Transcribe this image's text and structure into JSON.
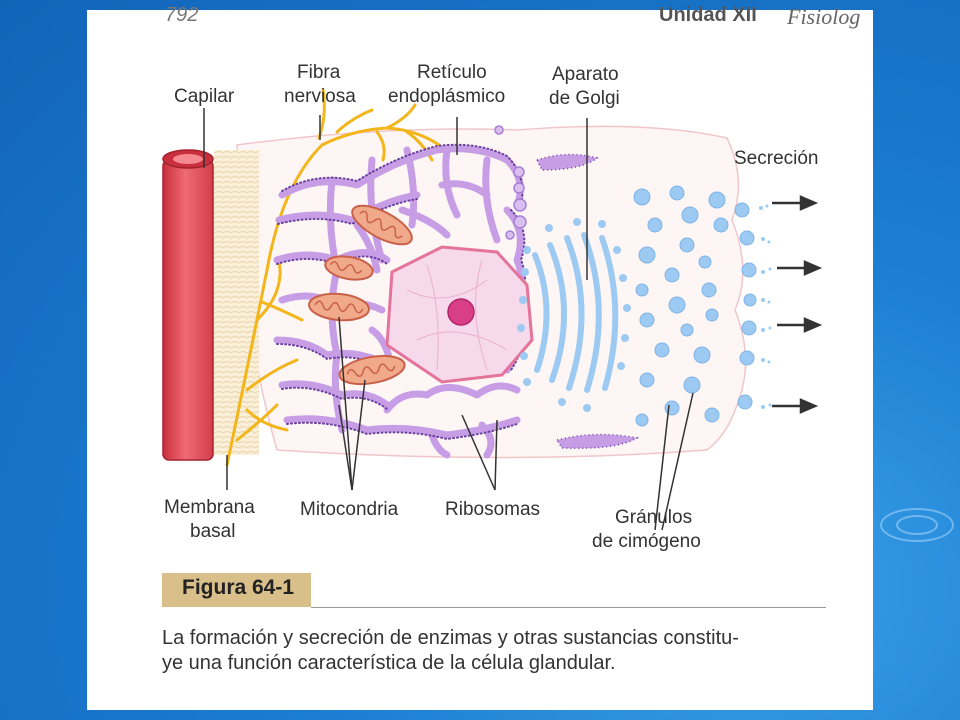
{
  "header": {
    "page_number": "792",
    "unit": "Unidad XII",
    "subtitle": "Fisiolog"
  },
  "labels": {
    "capilar": "Capilar",
    "fibra_1": "Fibra",
    "fibra_2": "nerviosa",
    "reticulo_1": "Retículo",
    "reticulo_2": "endoplásmico",
    "golgi_1": "Aparato",
    "golgi_2": "de Golgi",
    "secrecion": "Secreción",
    "membrana_1": "Membrana",
    "membrana_2": "basal",
    "mitocondria": "Mitocondria",
    "ribosomas": "Ribosomas",
    "granulos_1": "Gránulos",
    "granulos_2": "de cimógeno"
  },
  "figure": {
    "label": "Figura 64-1",
    "caption_line1": "La formación y secreción de enzimas y otras sustancias constitu-",
    "caption_line2": "ye una función característica de la célula glandular."
  },
  "colors": {
    "capillary": "#e8525c",
    "nerve": "#f2b51a",
    "er": "#c79ee6",
    "mitochondria": "#f0a98a",
    "nucleus": "#f7d9ec",
    "granules": "#9ccaf2",
    "figure_label_bg": "#d9c08b"
  }
}
